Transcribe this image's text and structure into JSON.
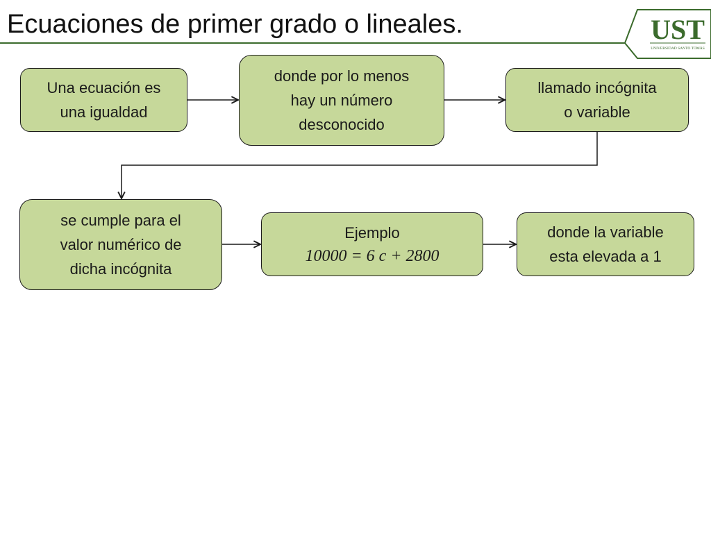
{
  "slide": {
    "title": "Ecuaciones de primer grado o lineales."
  },
  "logo": {
    "text": "UST",
    "subtitle": "UNIVERSIDAD SANTO TOMÁS",
    "color": "#3b6b2c"
  },
  "colors": {
    "box_fill": "#c6d89a",
    "box_border": "#1a1a1a",
    "rule_line": "#3b6b2c"
  },
  "diagram": {
    "nodes": [
      {
        "id": "n1",
        "lines": [
          "Una ecuación es",
          "una igualdad"
        ]
      },
      {
        "id": "n2",
        "lines": [
          "donde por lo menos",
          "hay un número",
          "desconocido"
        ]
      },
      {
        "id": "n3",
        "lines": [
          "llamado incógnita",
          "o variable"
        ]
      },
      {
        "id": "n4",
        "lines": [
          "se cumple para el",
          "valor numérico de",
          "dicha incógnita"
        ]
      },
      {
        "id": "n5",
        "label": "Ejemplo",
        "equation": "10000 = 6 c + 2800"
      },
      {
        "id": "n6",
        "lines": [
          "donde la variable",
          "esta elevada a 1"
        ]
      }
    ],
    "edges": [
      {
        "from": "n1",
        "to": "n2"
      },
      {
        "from": "n2",
        "to": "n3"
      },
      {
        "from": "n3",
        "to": "n4"
      },
      {
        "from": "n4",
        "to": "n5"
      },
      {
        "from": "n5",
        "to": "n6"
      }
    ]
  }
}
